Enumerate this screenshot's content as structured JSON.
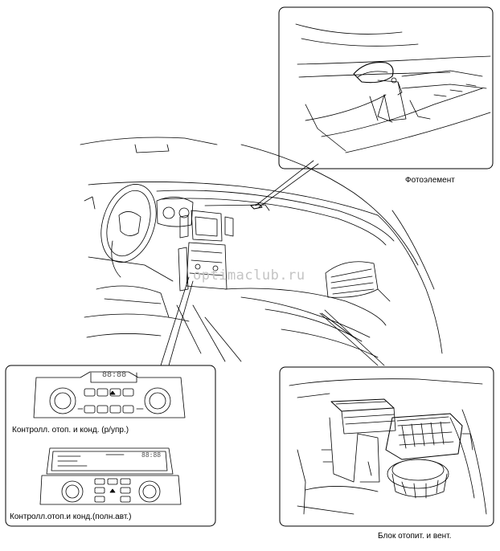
{
  "labels": {
    "photo_sensor": "Фотоэлемент",
    "control_manual": "Контролл. отоп. и конд. (р/упр.)",
    "control_auto": "Контролл.отоп.и конд.(полн.авт.)",
    "blower_unit": "Блок отопит. и вент."
  },
  "watermark": "optimaclub.ru",
  "displays": {
    "manual_display": "88:88",
    "auto_display": "88:88"
  },
  "colors": {
    "line": "#000000",
    "panel_border": "#000000",
    "watermark": "#c4c4c4"
  }
}
